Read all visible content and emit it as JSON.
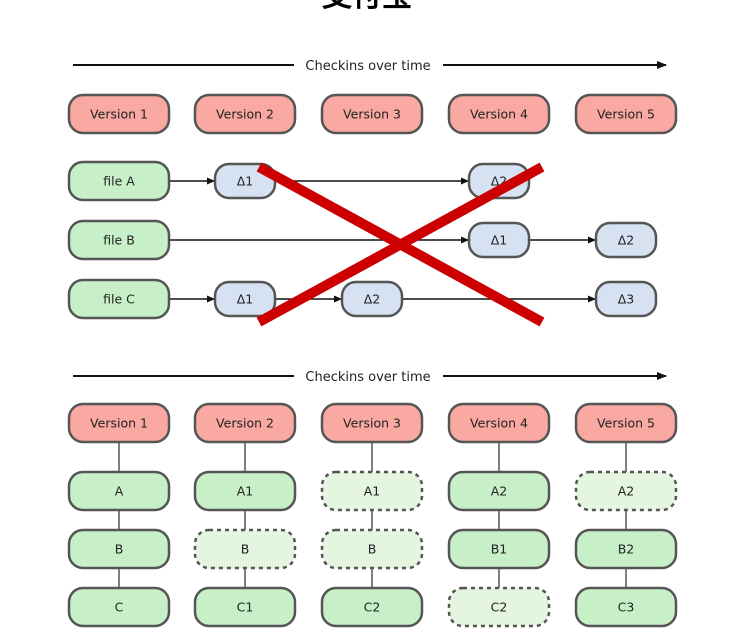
{
  "heading": "支付宝",
  "top_section": {
    "timeline_label": "Checkins over time",
    "versions": [
      "Version 1",
      "Version 2",
      "Version 3",
      "Version 4",
      "Version 5"
    ],
    "files": [
      {
        "label": "file A",
        "deltas": [
          {
            "col": 1,
            "label": "Δ1"
          },
          {
            "col": 3,
            "label": "Δ2"
          }
        ]
      },
      {
        "label": "file B",
        "deltas": [
          {
            "col": 3,
            "label": "Δ1"
          },
          {
            "col": 4,
            "label": "Δ2"
          }
        ]
      },
      {
        "label": "file C",
        "deltas": [
          {
            "col": 1,
            "label": "Δ1"
          },
          {
            "col": 2,
            "label": "Δ2"
          },
          {
            "col": 4,
            "label": "Δ3"
          }
        ]
      }
    ],
    "crossed_out": true
  },
  "bottom_section": {
    "timeline_label": "Checkins over time",
    "versions": [
      "Version 1",
      "Version 2",
      "Version 3",
      "Version 4",
      "Version 5"
    ],
    "snapshots": [
      [
        {
          "label": "A",
          "reference": false
        },
        {
          "label": "B",
          "reference": false
        },
        {
          "label": "C",
          "reference": false
        }
      ],
      [
        {
          "label": "A1",
          "reference": false
        },
        {
          "label": "B",
          "reference": true
        },
        {
          "label": "C1",
          "reference": false
        }
      ],
      [
        {
          "label": "A1",
          "reference": true
        },
        {
          "label": "B",
          "reference": true
        },
        {
          "label": "C2",
          "reference": false
        }
      ],
      [
        {
          "label": "A2",
          "reference": false
        },
        {
          "label": "B1",
          "reference": false
        },
        {
          "label": "C2",
          "reference": true
        }
      ],
      [
        {
          "label": "A2",
          "reference": true
        },
        {
          "label": "B2",
          "reference": false
        },
        {
          "label": "C3",
          "reference": false
        }
      ]
    ]
  },
  "colors": {
    "version_fill": "#f9a8a2",
    "file_fill": "#c8f0c8",
    "delta_fill": "#d6e2f2",
    "reference_fill": "#e4f5e0",
    "stroke": "#555555",
    "cross": "#cc0000"
  }
}
